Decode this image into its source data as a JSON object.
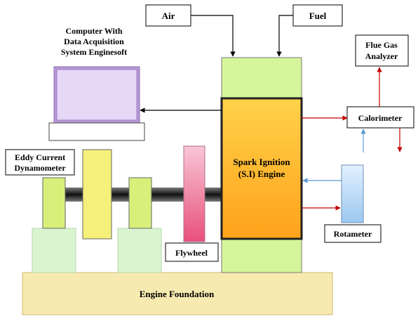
{
  "labels": {
    "air": "Air",
    "fuel": "Fuel",
    "computer": [
      "Computer With",
      "Data Acquisition",
      "System Enginesoft"
    ],
    "flue_gas": [
      "Flue Gas",
      "Analyzer"
    ],
    "calorimeter": "Calorimeter",
    "dynamometer": [
      "Eddy Current",
      "Dynamometer"
    ],
    "engine": [
      "Spark Ignition",
      "(S.I) Engine"
    ],
    "rotameter": "Rotameter",
    "flywheel": "Flywheel",
    "foundation": "Engine Foundation"
  },
  "colors": {
    "foundation": "#f7eab0",
    "engine_mount": "#d6f59a",
    "engine_top": [
      "#ffd24a",
      "#ffa21a"
    ],
    "pedestal": "#d8f5d0",
    "dynamo_block": "#d8f07a",
    "yellow_block": "#f5f07a",
    "flywheel": [
      "#f9c6d8",
      "#e8507a"
    ],
    "rotameter": [
      "#e3f1ff",
      "#9cc8f0"
    ],
    "monitor": "#e8d8f8",
    "flow_red": "#c00000",
    "flow_blue": "#5b9bd5"
  }
}
